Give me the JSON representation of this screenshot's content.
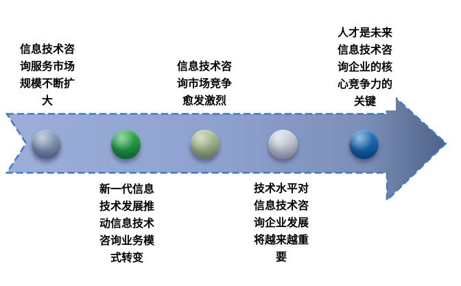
{
  "canvas": {
    "background": "#ffffff"
  },
  "arrow": {
    "shape": "right-block-arrow-with-notched-tail",
    "border_color": "#4377C6",
    "border_style": "dashed",
    "gradient": {
      "start": "#9BAFD9",
      "mid": "#8CA1CD",
      "late": "#7A8FB6",
      "end": "#4F6289"
    }
  },
  "timeline": {
    "items": [
      {
        "id": "market-scale",
        "position": "above",
        "dot_color": "#8296BA",
        "label": "信息技术咨\n询服务市场\n规模不断扩\n大"
      },
      {
        "id": "new-generation-tech",
        "position": "below",
        "dot_color": "#18A23C",
        "label": "新一代信息\n技术发展推\n动信息技术\n咨询业务模\n式转变"
      },
      {
        "id": "market-competition",
        "position": "above",
        "dot_color": "#A6BE88",
        "label": "信息技术咨\n询市场竞争\n愈发激烈"
      },
      {
        "id": "tech-level",
        "position": "below",
        "dot_color": "#CDD4DF",
        "label": "技术水平对\n信息技术咨\n询企业发展\n将越来越重\n要"
      },
      {
        "id": "talent-key",
        "position": "above",
        "dot_color": "#0D67B6",
        "label": "人才是未来\n信息技术咨\n询企业的核\n心竞争力的\n关键"
      }
    ]
  }
}
